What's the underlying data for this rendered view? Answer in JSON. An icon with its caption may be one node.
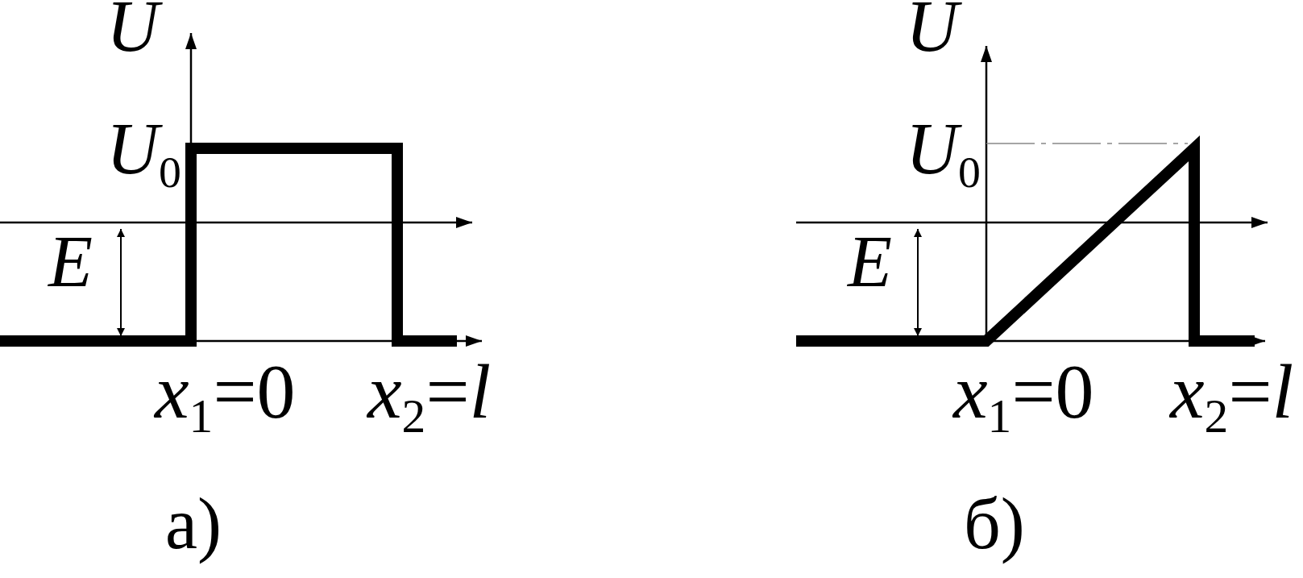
{
  "diagram": {
    "labels": [
      "U",
      "*U*$_{0}$",
      "E",
      "*x*$_{1}$=0",
      "*x*$_{2}$=*l*",
      "а)",
      "U",
      "*U*$_{0}$",
      "E",
      "*x*$_{1}$=0",
      "*x*$_{2}$=*l*",
      "б)"
    ]
  }
}
